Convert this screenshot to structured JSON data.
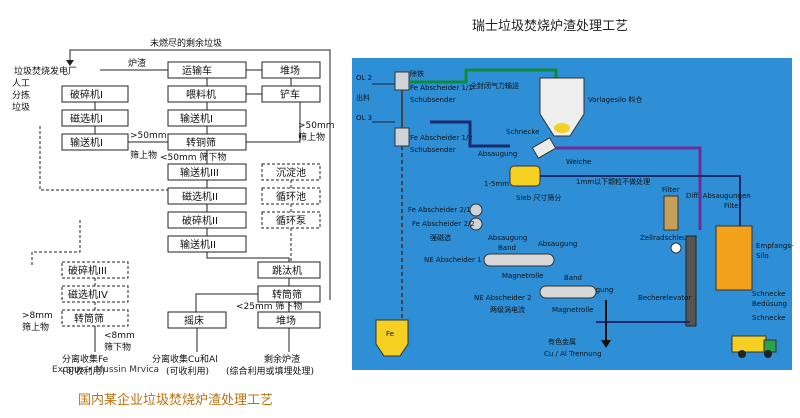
{
  "left_diagram": {
    "caption": "国内某企业垃圾焚烧炉渣处理工艺",
    "top_label": "未燃尽的剩余垃圾",
    "plant": "垃圾焚烧发电厂",
    "slag": "炉渣",
    "manual_sort": "人工\n分拣\n垃圾",
    "gt50_left": ">50mm\n筛上物",
    "lt50": "<50mm 筛下物",
    "gt50_right": ">50mm\n筛上物",
    "gt8": ">8mm\n筛上物",
    "lt8": "<8mm\n筛下物",
    "lt25": "<25mm 筛下物",
    "out_fe": "分离收集Fe\n(可收利用)",
    "out_cual": "分离收集Cu和Al\n(可收利用)",
    "out_rest": "剩余炉渣\n(综合利用或填埋处理)",
    "watermark": "Exopus • Mussin Mrvica",
    "boxes": {
      "transport_truck": "运输车",
      "yard1": "堆场",
      "crusher1": "破碎机I",
      "feeder": "喂料机",
      "loader": "铲车",
      "magsep1": "磁选机I",
      "conveyor1": "输送机I",
      "conveyor1b": "输送机I",
      "drum_screen": "转铜筛",
      "conveyor3": "输送机III",
      "settling_tank": "沉淀池",
      "magsep2": "磁选机II",
      "circ_tank": "循环池",
      "crusher2": "破碎机II",
      "circ_pump": "循环泵",
      "conveyor2": "输送机II",
      "crusher3": "破碎机III",
      "jig": "跳汰机",
      "magsep4": "磁选机IV",
      "drum2": "转筒筛",
      "drum3": "转筒筛",
      "shaker": "摇床",
      "yard2": "堆场"
    }
  },
  "right_diagram": {
    "title": "瑞士垃圾焚烧炉渣处理工艺",
    "ol2": "OL 2",
    "ol3": "OL 3",
    "outlet": "出料",
    "iron_removal": "除铁",
    "fe11": "Fe Abscheider 1/1",
    "schub1": "Schubsender",
    "fe12": "Fe Abscheider 1/2",
    "schub2": "Schubsender",
    "closed_conveying": "全封闭气力输送",
    "vorlagesilo": "Vorlagesilo 料仓",
    "schnecke_top": "Schnecke",
    "absaugung1": "Absaugung",
    "weiche": "Weiche",
    "size_range": "1-5mm",
    "sieb": "Sieb 尺寸筛分",
    "fine_note": "1mm以下颗粒不做处理",
    "filter": "Filter",
    "diff_abs": "Diff. Absaugungen",
    "filter2": "Filter",
    "fe21": "Fe Abscheider 2/1",
    "fe22": "Fe Abscheider 2/2",
    "strong_mag": "强磁选",
    "absaugung_band": "Absaugung\nBand",
    "absaugung2": "Absaugung",
    "zellrad": "Zellradschleuse",
    "empfang": "Empfangs-\nSilo",
    "ne1": "NE Abscheider 1",
    "magnetrolle1": "Magnetrolle",
    "band": "Band",
    "absaugung3": "Absaugung",
    "ne2": "NE Abscheider 2",
    "eddy": "两级涡电流",
    "magnetrolle2": "Magnetrolle",
    "becherelevator": "Becherelevator",
    "schnecke_bedusung": "Schnecke\nBedüsung",
    "schnecke_bottom": "Schnecke",
    "fe_bin": "Fe",
    "nonferrous": "有色金属",
    "cu_al": "Cu / Al Trennung",
    "colors": {
      "panel_blue": "#2e8fd6",
      "green_pipe": "#0e8a3c",
      "purple_pipe": "#6b2d9a",
      "navy_pipe": "#1a2a6c",
      "yellow": "#f5d020",
      "silo_orange": "#f2a21b"
    }
  }
}
